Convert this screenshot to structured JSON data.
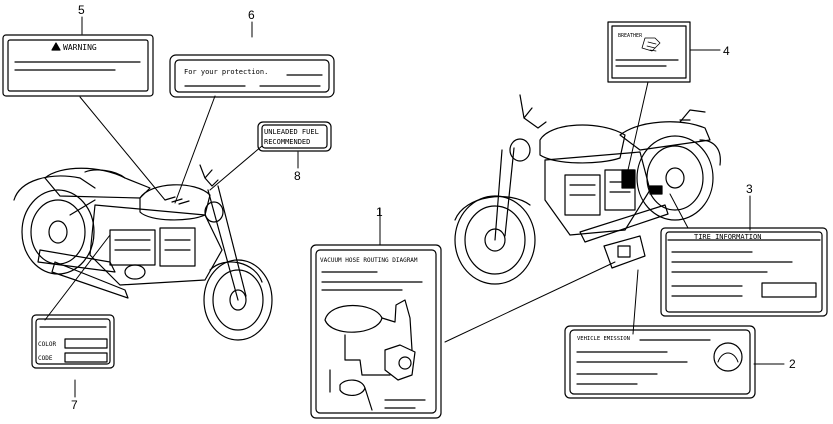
{
  "labels": {
    "warning": {
      "number": "5",
      "text": "WARNING"
    },
    "protection": {
      "number": "6",
      "text": "For your protection."
    },
    "fuel": {
      "number": "8",
      "line1": "UNLEADED FUEL",
      "line2": "RECOMMENDED"
    },
    "breather": {
      "number": "4",
      "text": "BREATHER"
    },
    "tire": {
      "number": "3",
      "text": "TIRE INFORMATION"
    },
    "vacuum": {
      "number": "1",
      "text": "VACUUM HOSE ROUTING DIAGRAM"
    },
    "emission": {
      "number": "2",
      "text": "VEHICLE EMISSION"
    },
    "color": {
      "number": "7",
      "color_text": "COLOR",
      "code_text": "CODE"
    }
  },
  "colors": {
    "ink": "#000000",
    "paper": "#ffffff"
  }
}
